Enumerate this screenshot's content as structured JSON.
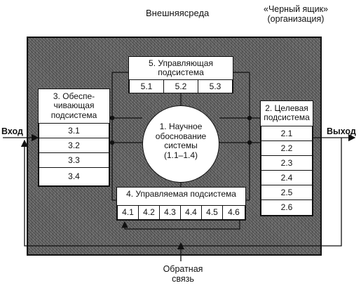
{
  "labels": {
    "outer_env": "Внешняясреда",
    "black_box": "«Черный ящик»\n(организация)",
    "input": "Вход",
    "output": "Выход",
    "feedback": "Обратная\nсвязь"
  },
  "control": {
    "title": "5. Управляющая\nподсистема",
    "cells": [
      "5.1",
      "5.2",
      "5.3"
    ]
  },
  "support": {
    "title": "3. Обеспе-\nчивающая\nподсистема",
    "cells": [
      "3.1",
      "3.2",
      "3.3",
      "3.4"
    ]
  },
  "target": {
    "title": "2. Целевая\nподсистема",
    "cells": [
      "2.1",
      "2.2",
      "2.3",
      "2.4",
      "2.5",
      "2.6"
    ]
  },
  "managed": {
    "title": "4. Управляемая подсистема",
    "cells": [
      "4.1",
      "4.2",
      "4.3",
      "4.4",
      "4.5",
      "4.6"
    ]
  },
  "science": {
    "text": "1. Научное\nобоснование\nсистемы\n(1.1–1.4)"
  }
}
